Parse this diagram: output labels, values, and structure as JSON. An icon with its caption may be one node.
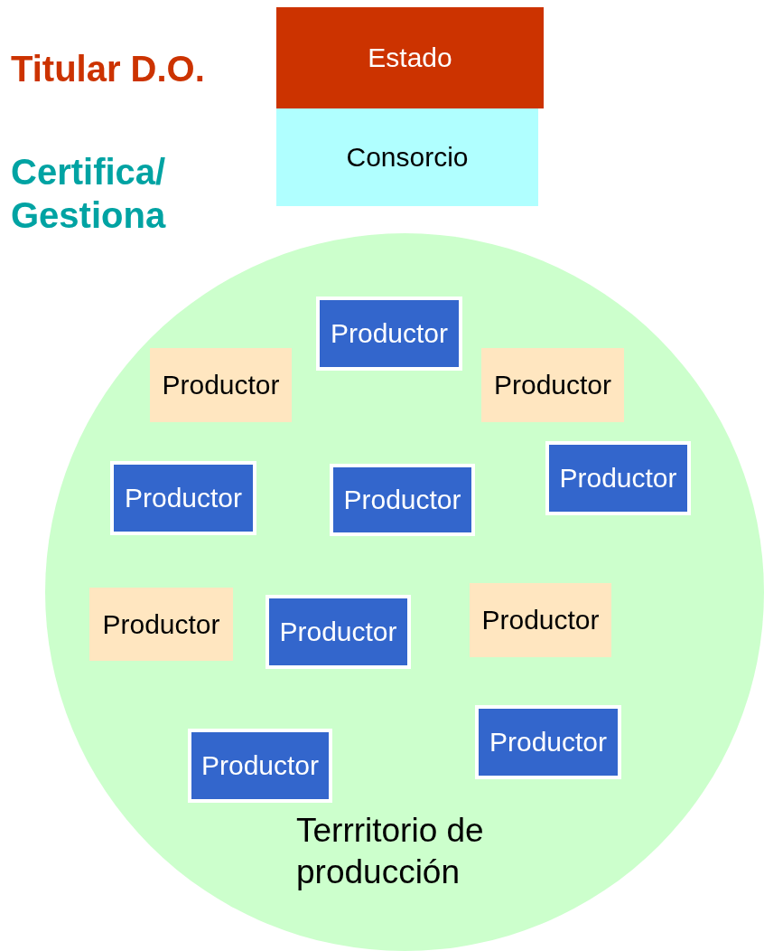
{
  "diagram": {
    "nodes": [
      {
        "text": [
          "Estado"
        ]
      },
      {
        "text": [
          "Consorcio"
        ]
      },
      {
        "text": [
          "Terrritorio de producción"
        ]
      },
      {
        "text": [
          "Productor"
        ],
        "in": 2
      },
      {
        "text": [
          "Productor"
        ],
        "in": 2
      },
      {
        "text": [
          "Productor"
        ],
        "in": 2
      },
      {
        "text": [
          "Productor"
        ],
        "in": 2
      },
      {
        "text": [
          "Productor"
        ],
        "in": 2
      },
      {
        "text": [
          "Productor"
        ],
        "in": 2
      },
      {
        "text": [
          "Productor"
        ],
        "in": 2
      },
      {
        "text": [
          "Productor"
        ],
        "in": 2
      },
      {
        "text": [
          "Productor"
        ],
        "in": 2
      },
      {
        "text": [
          "Productor"
        ],
        "in": 2
      },
      {
        "text": [
          "Productor"
        ],
        "in": 2
      }
    ],
    "labels": [
      "Titular D.O.",
      "Certifica/ Gestiona"
    ]
  }
}
